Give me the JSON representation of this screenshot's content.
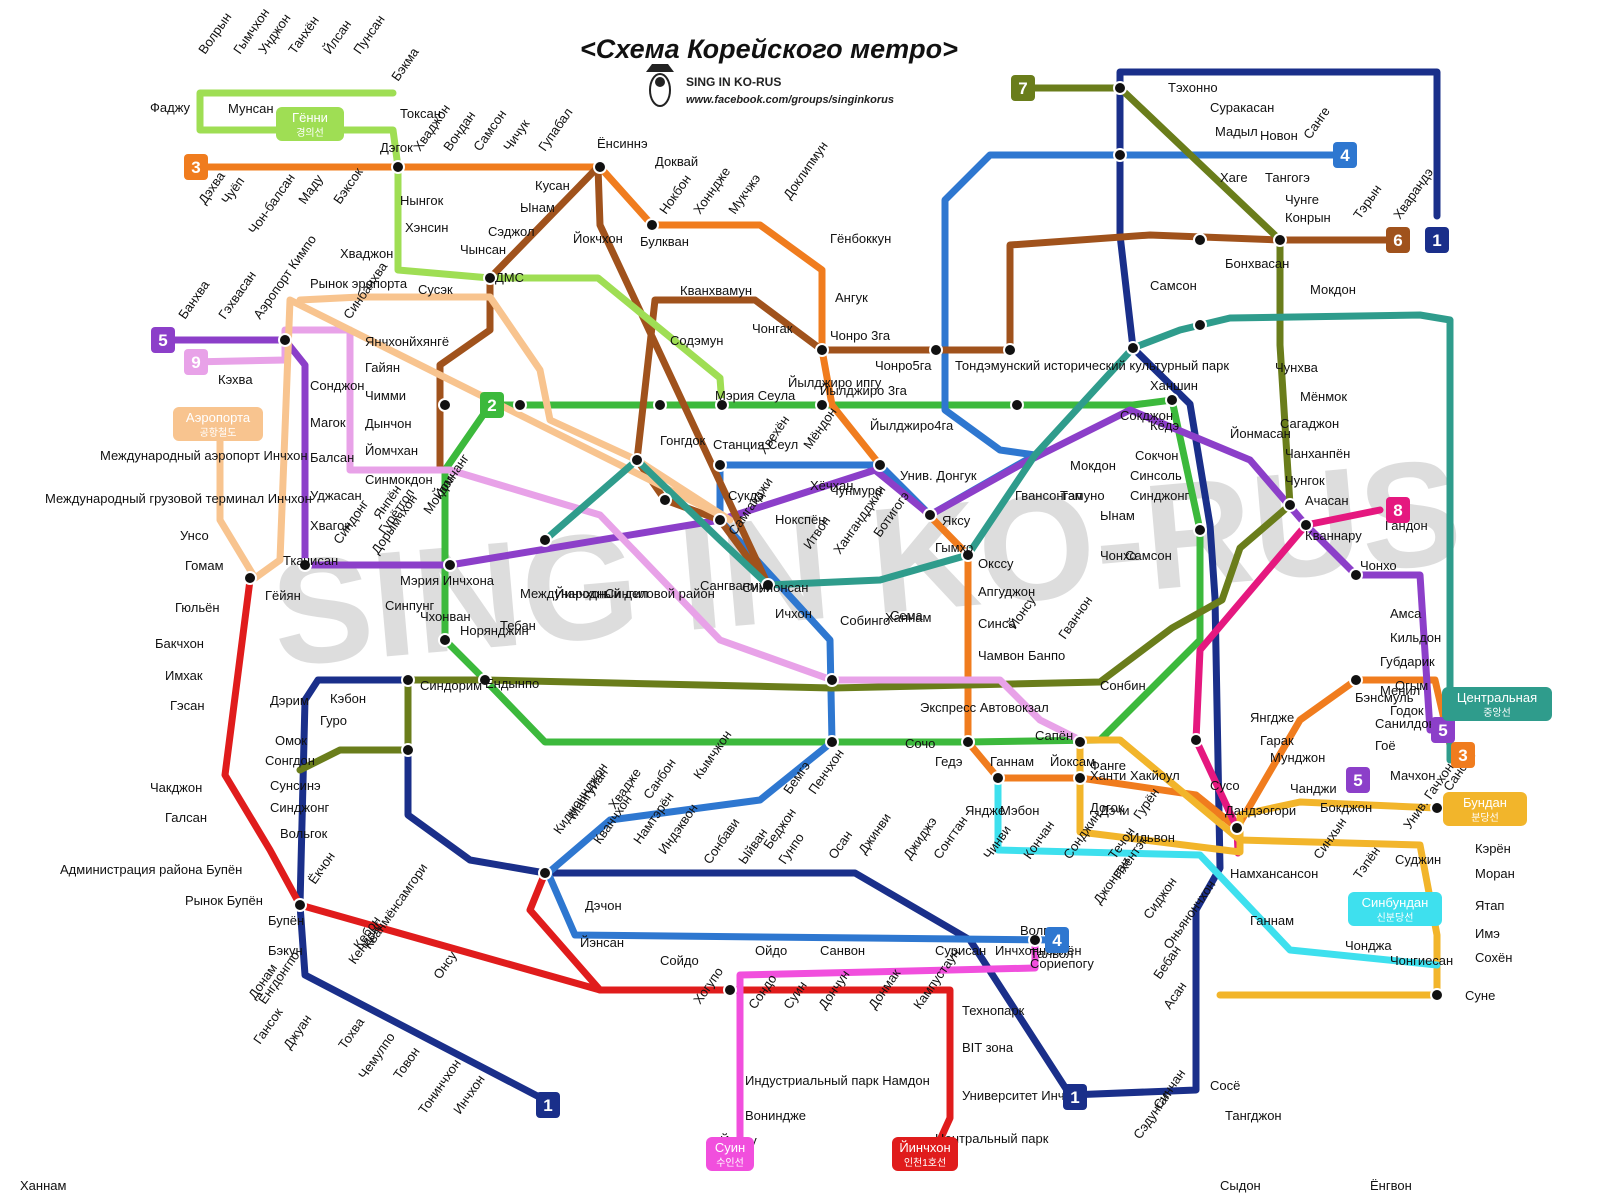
{
  "title": "<Схема Корейского метро>",
  "subtitle": "SING IN KO-RUS",
  "url": "www.facebook.com/groups/singinkorus",
  "watermark": "SING IN KO-RUS",
  "colors": {
    "l1": "#1a2f8a",
    "l2": "#3cb93c",
    "l3": "#f07c1e",
    "l4": "#2e77d0",
    "l5": "#8c3fc9",
    "l6": "#a0521c",
    "l7": "#6a7d1b",
    "l8": "#e5187f",
    "l9": "#e8a2e8",
    "gj": "#9fde54",
    "ap": "#f8c48f",
    "jo": "#2f9c8c",
    "bd": "#f2b52b",
    "sb": "#3ee0ee",
    "inch1": "#e01c1c",
    "inch2": "#f14fdd"
  },
  "lines": [
    {
      "id": "l1",
      "label": "1"
    },
    {
      "id": "l2",
      "label": "2"
    },
    {
      "id": "l3",
      "label": "3"
    },
    {
      "id": "l4",
      "label": "4"
    },
    {
      "id": "l5",
      "label": "5"
    },
    {
      "id": "l6",
      "label": "6"
    },
    {
      "id": "l7",
      "label": "7"
    },
    {
      "id": "l8",
      "label": "8"
    },
    {
      "id": "l9",
      "label": "9"
    }
  ],
  "line_badges": [
    {
      "line": "l3",
      "text": "3"
    },
    {
      "line": "l5",
      "text": "5"
    },
    {
      "line": "l9",
      "text": "9"
    },
    {
      "line": "l2",
      "text": "2"
    },
    {
      "line": "l7",
      "text": "7"
    },
    {
      "line": "l4",
      "text": "4"
    },
    {
      "line": "l6",
      "text": "6"
    },
    {
      "line": "l1",
      "text": "1"
    },
    {
      "line": "l8",
      "text": "8"
    },
    {
      "line": "l5",
      "text": "5"
    },
    {
      "line": "l3",
      "text": "3"
    },
    {
      "line": "l5",
      "text": "5"
    },
    {
      "line": "l4",
      "text": "4"
    },
    {
      "line": "l1",
      "text": "1"
    },
    {
      "line": "l1",
      "text": "1"
    }
  ],
  "tagged_badges": [
    {
      "line": "gj",
      "name": "Гённи",
      "kr": "경의선"
    },
    {
      "line": "ap",
      "name": "Аэропорта",
      "kr": "공항철도"
    },
    {
      "line": "jo",
      "name": "Центральная",
      "kr": "중앙선"
    },
    {
      "line": "bd",
      "name": "Бундан",
      "kr": "분당선"
    },
    {
      "line": "sb",
      "name": "Синбундан",
      "kr": "신분당선"
    },
    {
      "line": "inch2",
      "name": "Суин",
      "kr": "수인선"
    },
    {
      "line": "inch1",
      "name": "Йинчхон",
      "kr": "인천1호선"
    }
  ],
  "stations": [
    "Волрын",
    "Гымчхон",
    "Унджон",
    "Танхён",
    "Йлсан",
    "Пунсан",
    "Бэкма",
    "Фаджу",
    "Мунсан",
    "Токсан",
    "Дэгок",
    "Хваджон",
    "Вондан",
    "Самсон",
    "Чичук",
    "Гупабал",
    "Ёнсиннэ",
    "Доквай",
    "Дэхва",
    "Чуёп",
    "Чон-балсан",
    "Маду",
    "Бэксок",
    "Нынгок",
    "Хэнсин",
    "Кусан",
    "Ынам",
    "Сэджол",
    "Нокбон",
    "Хонндже",
    "Мукчжэ",
    "Доклипмун",
    "Гёнбоккун",
    "Йокчхон",
    "Булкван",
    "Чынсан",
    "ДМС",
    "Хваджон",
    "Сусэк",
    "Рынок эропорта",
    "Аэропорт Кимпо",
    "Синбанхва",
    "Гэхвасан",
    "Банхва",
    "Кэхва",
    "Янчхонйхянгё",
    "Гайян",
    "Сонджон",
    "Чимми",
    "Магок",
    "Дынчон",
    "Балсан",
    "Йомчхан",
    "Синмокдон",
    "Уджасан",
    "Хвагок",
    "Синдонг",
    "Ткачисан",
    "Гомам",
    "Гёйян",
    "Гюльён",
    "Бакчхон",
    "Имхак",
    "Гэсан",
    "Чакджон",
    "Галсан",
    "Администрация района Бупён",
    "Рынок Бупён",
    "Бупён",
    "Бэкун",
    "Донам",
    "Гансок",
    "Джуан",
    "Тохва",
    "Чемулпо",
    "Товон",
    "Тонинчхон",
    "Инчхон",
    "Международный аэропорт Инчхон",
    "Международный грузовой терминал Инчхон",
    "Унсо",
    "Кванхвамун",
    "Содэмун",
    "Чонгак",
    "Чонро 3га",
    "Чонро5га",
    "Тондэмунский исторический культурный парк",
    "Ангук",
    "Йылджиро ипгу",
    "Йылджиро 3га",
    "Йылджиро4га",
    "Мэрия Сеула",
    "Станция Сеул",
    "Хвехён",
    "Мёндон",
    "Чунмуро",
    "Унив. Донгук",
    "Яксу",
    "Гымхо",
    "Окссу",
    "Апгуджон",
    "Синса",
    "Чамвон",
    "Банпо",
    "Сапён",
    "Экспресс Автовокзал",
    "Сочо",
    "Гедэ",
    "Ганнам",
    "Йоксам",
    "Ханти",
    "Хакйоул",
    "Дэчи",
    "Гурён",
    "Догок",
    "Сонджин",
    "Кончан",
    "Чинви",
    "Яндже",
    "Мэбон",
    "Йонсу",
    "Гванчон",
    "Сонбин",
    "Ханнам",
    "Собинго",
    "Ичхон",
    "Синйонсан",
    "Самгакджи",
    "Нокспён",
    "Итвон",
    "Хангандджин",
    "Ботигогэ",
    "Сукдэ",
    "Гонгдок",
    "Хёчхан",
    "Сангванмун",
    "Ынам",
    "Тэмуно",
    "Синсоль",
    "Кёдэ",
    "Сокджон",
    "Ханшин",
    "Сокчон",
    "Самсон",
    "Чонхо",
    "Гвансонгап",
    "Мокдон",
    "Синджонг",
    "Самсон",
    "Тэхонно",
    "Суракасан",
    "Мадыл",
    "Новон",
    "Санге",
    "Тангогэ",
    "Хаге",
    "Чунге",
    "Конрын",
    "Тэрын",
    "Хварандэ",
    "Бонхвасан",
    "Мокдон",
    "Чунхва",
    "Мёнмок",
    "Сагаджон",
    "Йонмасан",
    "Чанханпён",
    "Чунгок",
    "Ачасан",
    "Кваннару",
    "Чонхо",
    "Гандон",
    "Амса",
    "Кильдон",
    "Губдарик",
    "Менил",
    "Огым",
    "Годок",
    "Санилдон",
    "Гоё",
    "Мачхон",
    "Бэнсмуль",
    "Кэрён",
    "Моран",
    "Ятап",
    "Имэ",
    "Сохён",
    "Суне",
    "Чонджа",
    "Чонгиесан",
    "Фанге",
    "Ганнам",
    "Янгдже",
    "Гарак",
    "Мунджон",
    "Чанджи",
    "Бокджон",
    "Унив. Гачхон",
    "Суджин",
    "Синхын",
    "Сансон",
    "Тэпён",
    "Намхансансон",
    "Дандэогори",
    "Сусо",
    "Ильвон",
    "Течон",
    "Дэчон",
    "Йэнсан",
    "Санвон",
    "Сурисан",
    "Инчхоннонхён",
    "Сориепогу",
    "Волгот",
    "Талвол",
    "Ойдо",
    "Сойдо",
    "Хогупо",
    "Индустриальный парк Намдон",
    "Вониндже",
    "Йенсу",
    "Сондо",
    "Суин",
    "Дончун",
    "Донмак",
    "Кампустаун",
    "Технопарк",
    "BIT зона",
    "Университет Инчхон",
    "Центральный парк",
    "Международный деловой район",
    "Йинчхон",
    "Сингил",
    "Тебан",
    "Норянджин",
    "Ендынпо",
    "Синдорим",
    "Дэрим",
    "Гуро",
    "Кэбон",
    "Онсу",
    "Кванмёнсамгори",
    "Чхонван",
    "Мэрия Инчхона",
    "Синпунг",
    "Гурётгол",
    "Дорымчхон",
    "Янпён",
    "Йомчанг",
    "Мокдон",
    "Омок",
    "Сонгдон",
    "Сунсинэ",
    "Синджонг",
    "Вольгок",
    "Ёкчон",
    "Кебон",
    "Кендонг",
    "Ёнгдонгпо",
    "Киджоннджон",
    "Мангуйан",
    "Хвадже",
    "Санбон",
    "Кымчжон",
    "Бемгэ",
    "Пенчхон",
    "Индэквон",
    "Кванчхон",
    "Намтэрён",
    "Сонбави",
    "Ыйван",
    "Гунпо",
    "Тангджон",
    "Сосё",
    "Синчан",
    "Сэдунгап",
    "Асан",
    "Бебан",
    "Оньянончхон",
    "Сиджон",
    "Джонван",
    "Пхёнтэк",
    "Сонгтан",
    "Джиджэ",
    "Джинви",
    "Осан",
    "Беджон",
    "Сема",
    "Сыдон",
    "Ёнгвон",
    "Ханнам"
  ]
}
